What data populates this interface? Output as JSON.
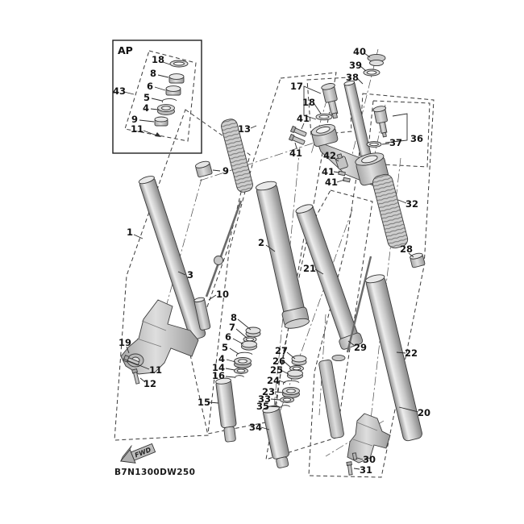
{
  "diagram": {
    "code": "B7N1300DW250",
    "inset_label": "AP",
    "fwd_label": "FWD",
    "callouts": [
      {
        "id": "ap-18",
        "text": "18"
      },
      {
        "id": "ap-8",
        "text": "8"
      },
      {
        "id": "ap-6",
        "text": "6"
      },
      {
        "id": "ap-5",
        "text": "5"
      },
      {
        "id": "ap-4",
        "text": "4"
      },
      {
        "id": "ap-9",
        "text": "9"
      },
      {
        "id": "ap-11",
        "text": "11"
      },
      {
        "id": "43",
        "text": "43"
      },
      {
        "id": "40",
        "text": "40"
      },
      {
        "id": "39",
        "text": "39"
      },
      {
        "id": "38",
        "text": "38"
      },
      {
        "id": "17",
        "text": "17"
      },
      {
        "id": "18",
        "text": "18"
      },
      {
        "id": "13",
        "text": "13"
      },
      {
        "id": "41-1",
        "text": "41"
      },
      {
        "id": "41-2",
        "text": "41"
      },
      {
        "id": "42",
        "text": "42"
      },
      {
        "id": "41-3",
        "text": "41"
      },
      {
        "id": "41-4",
        "text": "41"
      },
      {
        "id": "36",
        "text": "36"
      },
      {
        "id": "37",
        "text": "37"
      },
      {
        "id": "9",
        "text": "9"
      },
      {
        "id": "1",
        "text": "1"
      },
      {
        "id": "2",
        "text": "2"
      },
      {
        "id": "3",
        "text": "3"
      },
      {
        "id": "21",
        "text": "21"
      },
      {
        "id": "10",
        "text": "10"
      },
      {
        "id": "32",
        "text": "32"
      },
      {
        "id": "28",
        "text": "28"
      },
      {
        "id": "8",
        "text": "8"
      },
      {
        "id": "7",
        "text": "7"
      },
      {
        "id": "6",
        "text": "6"
      },
      {
        "id": "5",
        "text": "5"
      },
      {
        "id": "4",
        "text": "4"
      },
      {
        "id": "27",
        "text": "27"
      },
      {
        "id": "26",
        "text": "26"
      },
      {
        "id": "25",
        "text": "25"
      },
      {
        "id": "14",
        "text": "14"
      },
      {
        "id": "24",
        "text": "24"
      },
      {
        "id": "16",
        "text": "16"
      },
      {
        "id": "23",
        "text": "23"
      },
      {
        "id": "19",
        "text": "19"
      },
      {
        "id": "11",
        "text": "11"
      },
      {
        "id": "12",
        "text": "12"
      },
      {
        "id": "33",
        "text": "33"
      },
      {
        "id": "35",
        "text": "35"
      },
      {
        "id": "15",
        "text": "15"
      },
      {
        "id": "34",
        "text": "34"
      },
      {
        "id": "29",
        "text": "29"
      },
      {
        "id": "22",
        "text": "22"
      },
      {
        "id": "20",
        "text": "20"
      },
      {
        "id": "30",
        "text": "30"
      },
      {
        "id": "31",
        "text": "31"
      }
    ]
  }
}
